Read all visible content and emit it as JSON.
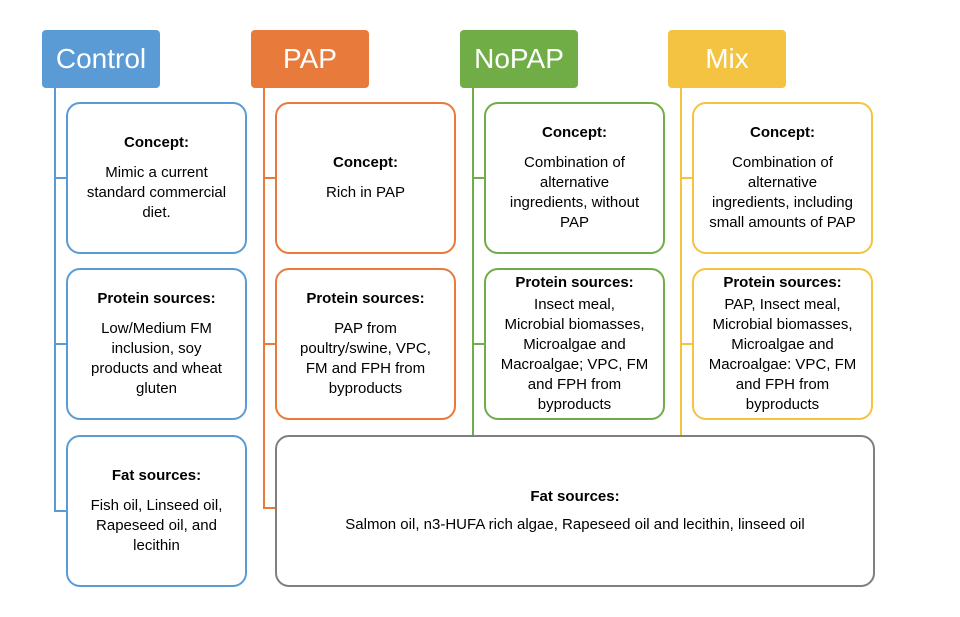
{
  "colors": {
    "control": "#5b9bd5",
    "pap": "#e87b3c",
    "nopap": "#70ad47",
    "mix": "#f5c342",
    "shared": "#7f7f7f"
  },
  "columns": {
    "control": {
      "header": "Control",
      "concept": {
        "title": "Concept:",
        "text": "Mimic a current\nstandard commercial\ndiet."
      },
      "protein": {
        "title": "Protein sources:",
        "text": "Low/Medium FM\ninclusion, soy\nproducts and wheat\ngluten"
      },
      "fat": {
        "title": "Fat sources:",
        "text": "Fish oil, Linseed oil,\nRapeseed oil, and\nlecithin"
      }
    },
    "pap": {
      "header": "PAP",
      "concept": {
        "title": "Concept:",
        "text": "Rich in PAP"
      },
      "protein": {
        "title": "Protein sources:",
        "text": "PAP from\npoultry/swine, VPC,\nFM and FPH from\nbyproducts"
      }
    },
    "nopap": {
      "header": "NoPAP",
      "concept": {
        "title": "Concept:",
        "text": "Combination of\nalternative\ningredients, without\nPAP"
      },
      "protein": {
        "title": "Protein sources:",
        "text": "Insect meal,\nMicrobial biomasses,\nMicroalgae and\nMacroalgae; VPC, FM\nand FPH from\nbyproducts"
      }
    },
    "mix": {
      "header": "Mix",
      "concept": {
        "title": "Concept:",
        "text": "Combination of\nalternative\ningredients, including\nsmall amounts of PAP"
      },
      "protein": {
        "title": "Protein sources:",
        "text": "PAP, Insect meal,\nMicrobial biomasses,\nMicroalgae and\nMacroalgae: VPC, FM\nand FPH from\nbyproducts"
      }
    }
  },
  "shared_fat": {
    "title": "Fat sources:",
    "text": "Salmon oil, n3-HUFA rich algae, Rapeseed oil and lecithin, linseed oil"
  }
}
